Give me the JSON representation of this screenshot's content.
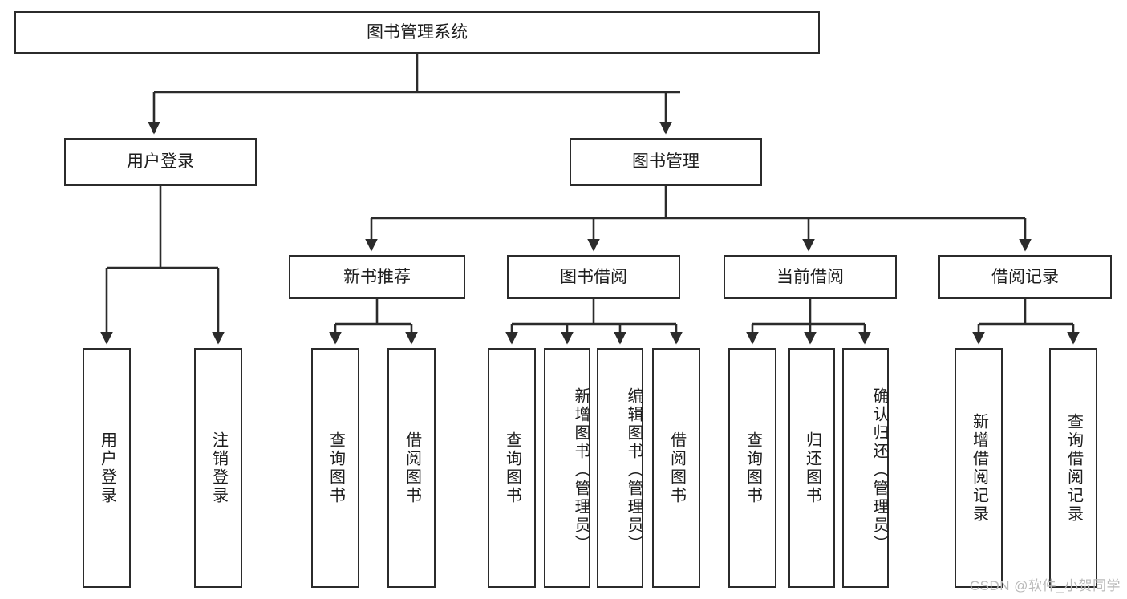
{
  "diagram": {
    "type": "tree",
    "title": "图书管理系统",
    "root": {
      "label": "图书管理系统"
    },
    "level2": [
      {
        "label": "用户登录"
      },
      {
        "label": "图书管理"
      }
    ],
    "level3": [
      {
        "label": "新书推荐"
      },
      {
        "label": "图书借阅"
      },
      {
        "label": "当前借阅"
      },
      {
        "label": "借阅记录"
      }
    ],
    "leaves": {
      "user_login": [
        {
          "label": "用户登录"
        },
        {
          "label": "注销登录"
        }
      ],
      "new_book_recommend": [
        {
          "label": "查询图书"
        },
        {
          "label": "借阅图书"
        }
      ],
      "book_borrow": [
        {
          "label": "查询图书"
        },
        {
          "label": "新增图书（管理员）"
        },
        {
          "label": "编辑图书（管理员）"
        },
        {
          "label": "借阅图书"
        }
      ],
      "current_borrow": [
        {
          "label": "查询图书"
        },
        {
          "label": "归还图书"
        },
        {
          "label": "确认归还（管理员）"
        }
      ],
      "borrow_record": [
        {
          "label": "新增借阅记录"
        },
        {
          "label": "查询借阅记录"
        }
      ]
    },
    "watermark": "CSDN @软件_小贺同学",
    "colors": {
      "line": "#2b2b2b",
      "box_border": "#2b2b2b",
      "box_fill": "#ffffff",
      "text": "#1d1d1d",
      "watermark": "#b9b9b9",
      "background": "#ffffff"
    }
  }
}
